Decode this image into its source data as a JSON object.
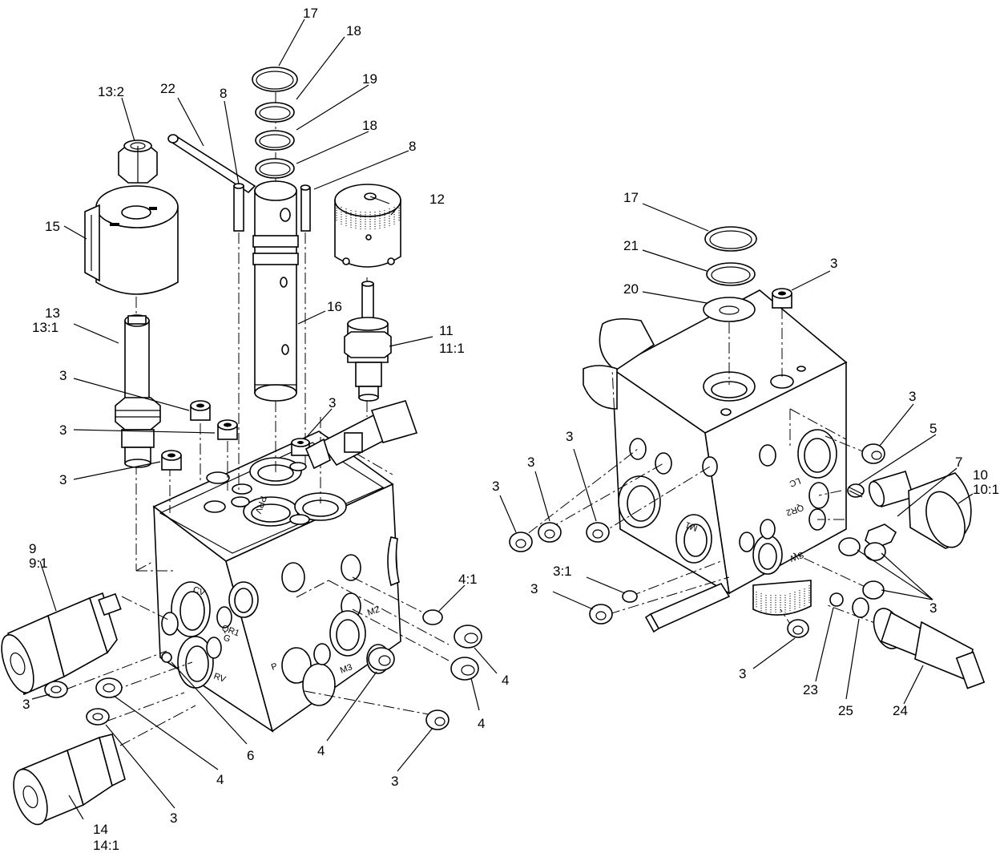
{
  "callouts": {
    "c17a": "17",
    "c18a": "18",
    "c19": "19",
    "c18b": "18",
    "c22": "22",
    "c8a": "8",
    "c8b": "8",
    "c13_2": "13:2",
    "c15": "15",
    "c12": "12",
    "c13": "13",
    "c13_1": "13:1",
    "c16": "16",
    "c11": "11",
    "c11_1": "11:1",
    "c3a": "3",
    "c3b": "3",
    "c3c": "3",
    "c3d": "3",
    "c9": "9",
    "c9_1": "9:1",
    "c4_1": "4:1",
    "c4a": "4",
    "c4b": "4",
    "c4c": "4",
    "c4d": "4",
    "c3e": "3",
    "c6": "6",
    "c3f": "3",
    "c3g": "3",
    "c14": "14",
    "c14_1": "14:1",
    "r17": "17",
    "r21": "21",
    "r20": "20",
    "r3a": "3",
    "r3b": "3",
    "r5": "5",
    "r7": "7",
    "r10": "10",
    "r10_1": "10:1",
    "r3c": "3",
    "r3d": "3",
    "r3e": "3",
    "r3f": "3",
    "r3_1": "3:1",
    "r3g": "3",
    "r3h": "3",
    "r23": "23",
    "r25": "25",
    "r24": "24"
  },
  "port_labels": {
    "cv": "CV",
    "qr1": "QR1",
    "g": "G",
    "rv": "RV",
    "m2": "M2",
    "m3": "M3",
    "p": "P",
    "prv": "PRV",
    "m1": "M1",
    "lc": "LC",
    "qr2": "QR2",
    "sw": "SW"
  }
}
